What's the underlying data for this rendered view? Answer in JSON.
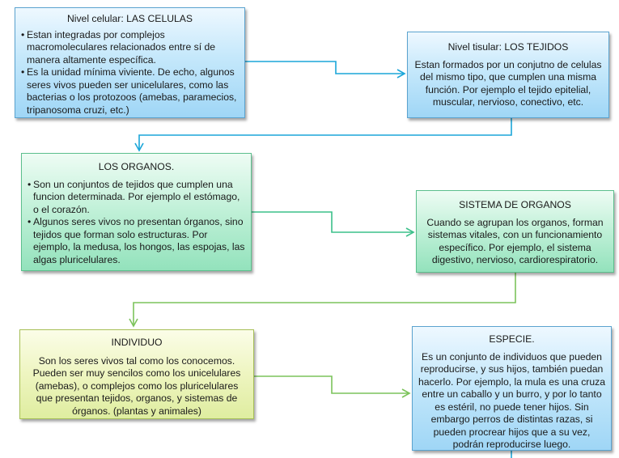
{
  "colors": {
    "blue_connector": "#1ba6d9",
    "green_connector": "#3cc08a",
    "lime_connector": "#7cc35b"
  },
  "boxes": {
    "celular": {
      "title": "Nivel celular: LAS CELULAS",
      "bullets": [
        "Estan integradas por complejos macromoleculares relacionados entre sí de manera altamente específica.",
        "Es la unidad mínima viviente. De echo, algunos seres vivos pueden ser unicelulares, como las bacterias o los protozoos (amebas, paramecios, tripanosoma cruzi, etc.)"
      ]
    },
    "tisular": {
      "title": "Nivel tisular: LOS TEJIDOS",
      "text": "Estan formados por un conjutno de celulas del mismo tipo, que cumplen una misma función. Por ejemplo el tejido epitelial, muscular, nervioso, conectivo, etc."
    },
    "organos": {
      "title": "LOS ORGANOS.",
      "bullets": [
        "Son un conjuntos de tejidos que cumplen una funcion determinada. Por ejemplo el estómago, o el corazón.",
        "Algunos seres vivos no presentan órganos, sino tejidos que forman solo estructuras. Por ejemplo, la medusa, los hongos, las espojas, las algas pluricelulares."
      ]
    },
    "sistema": {
      "title": "SISTEMA DE ORGANOS",
      "text": "Cuando se agrupan los organos, forman sistemas vitales, con un funcionamiento específico. Por ejemplo, el sistema digestivo, nervioso, cardiorespiratorio."
    },
    "individuo": {
      "title": "INDIVIDUO",
      "text": "Son los seres vivos tal como los conocemos. Pueden ser muy sencilos como los unicelulares (amebas), o complejos como los pluricelulares que presentan tejidos, organos, y sistemas de órganos. (plantas y animales)"
    },
    "especie": {
      "title": "ESPECIE.",
      "text": "Es un conjunto de individuos que pueden reproducirse, y sus hijos, también puedan hacerlo. Por ejemplo, la mula es una cruza entre un caballo y un burro, y por lo tanto es estéril, no puede tener hijos. Sin embargo perros de distintas razas, si pueden procrear hijos que a su vez, podrán reproducirse luego."
    }
  }
}
